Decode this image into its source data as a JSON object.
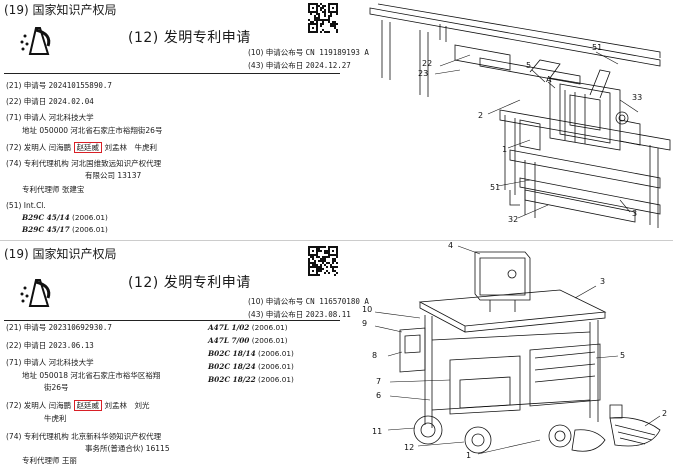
{
  "patent_top": {
    "office": "(19) 国家知识产权局",
    "doc_type": "(12) 发明专利申请",
    "pub_no_label": "(10) 申请公布号",
    "pub_no": "CN 119189193 A",
    "pub_date_label": "(43) 申请公布日",
    "pub_date": "2024.12.27",
    "app_no_label": "(21) 申请号",
    "app_no": "202410155890.7",
    "app_date_label": "(22) 申请日",
    "app_date": "2024.02.04",
    "applicant_label": "(71) 申请人",
    "applicant": "河北科技大学",
    "address_label": "地址",
    "address": "050000 河北省石家庄市裕翔街26号",
    "inventor_label": "(72) 发明人",
    "inventor_1": "闫海鹏",
    "inventor_highlight": "赵廷威",
    "inventor_rest": "刘孟林　牛虎利",
    "agency_label": "(74) 专利代理机构",
    "agency_line1": "河北国维致远知识产权代理",
    "agency_line2": "有限公司 13137",
    "agent_label": "专利代理师",
    "agent": "张建宝",
    "intcl_label": "(51) Int.Cl.",
    "ipc_1_code": "B29C 45/14",
    "ipc_1_ver": "(2006.01)",
    "ipc_2_code": "B29C 45/17",
    "ipc_2_ver": "(2006.01)"
  },
  "patent_bottom": {
    "office": "(19) 国家知识产权局",
    "doc_type": "(12) 发明专利申请",
    "pub_no_label": "(10) 申请公布号",
    "pub_no": "CN 116570180 A",
    "pub_date_label": "(43) 申请公布日",
    "pub_date": "2023.08.11",
    "app_no_label": "(21) 申请号",
    "app_no": "202310692930.7",
    "app_date_label": "(22) 申请日",
    "app_date": "2023.06.13",
    "applicant_label": "(71) 申请人",
    "applicant": "河北科技大学",
    "address_label": "地址",
    "address_line1": "050018 河北省石家庄市裕华区裕翔",
    "address_line2": "街26号",
    "inventor_label": "(72) 发明人",
    "inventor_1": "闫海鹏",
    "inventor_highlight": "赵廷威",
    "inventor_rest": "刘孟林　刘光",
    "inventor_line2": "牛虎利",
    "agency_label": "(74) 专利代理机构",
    "agency_line1": "北京新科华领知识产权代理",
    "agency_line2": "事务所(普通合伙) 16115",
    "agent_label": "专利代理师",
    "agent": "王丽",
    "ipc": [
      {
        "code": "A47L 1/02",
        "ver": "(2006.01)"
      },
      {
        "code": "A47L 7/00",
        "ver": "(2006.01)"
      },
      {
        "code": "B02C 18/14",
        "ver": "(2006.01)"
      },
      {
        "code": "B02C 18/24",
        "ver": "(2006.01)"
      },
      {
        "code": "B02C 18/22",
        "ver": "(2006.01)"
      }
    ]
  },
  "figure_top_labels": [
    "22",
    "23",
    "5",
    "A",
    "51",
    "2",
    "33",
    "1",
    "51",
    "32",
    "3"
  ],
  "figure_bottom_labels": [
    "4",
    "3",
    "10",
    "9",
    "8",
    "5",
    "7",
    "6",
    "11",
    "12",
    "1",
    "2"
  ],
  "colors": {
    "highlight_box": "#d81f26",
    "text": "#1a1a1a"
  }
}
